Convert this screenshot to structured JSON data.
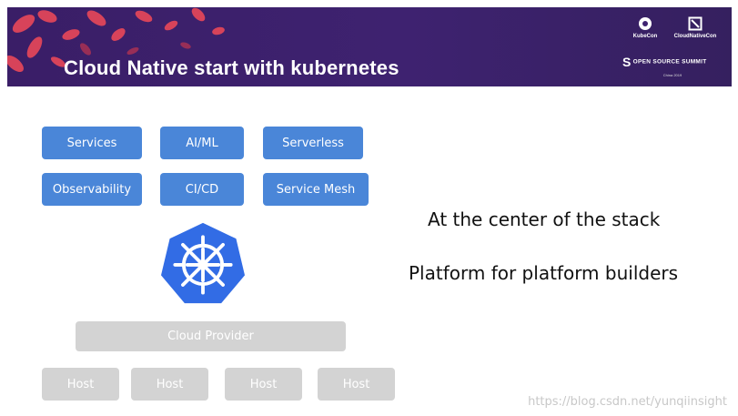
{
  "banner": {
    "title": "Cloud Native start with kubernetes",
    "logos": {
      "kubecon": "KubeCon",
      "cloudnativecon": "CloudNativeCon",
      "oss": "OPEN SOURCE SUMMIT",
      "location": "China 2019"
    }
  },
  "stack": {
    "row1": [
      "Services",
      "AI/ML",
      "Serverless"
    ],
    "row2": [
      "Observability",
      "CI/CD",
      "Service Mesh"
    ],
    "provider": "Cloud Provider",
    "hosts": [
      "Host",
      "Host",
      "Host",
      "Host"
    ]
  },
  "side": {
    "line1": "At the center of the stack",
    "line2": "Platform for platform builders"
  },
  "watermark": "https://blog.csdn.net/yunqiinsight",
  "colors": {
    "banner": "#3e2270",
    "blue_box": "#4a86d8",
    "gray_box": "#d3d3d3",
    "k8s_logo": "#326ce5",
    "leaves": "#e04050"
  }
}
